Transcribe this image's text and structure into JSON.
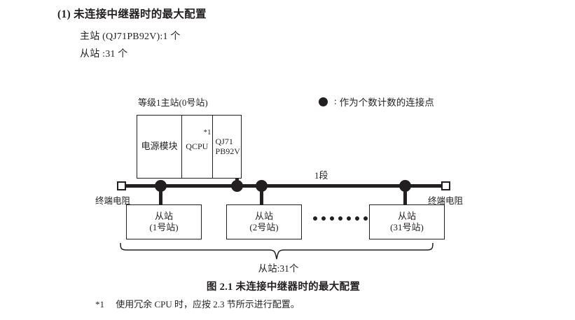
{
  "section": {
    "title": "(1) 未连接中继器时的最大配置",
    "lines": [
      "主站 (QJ71PB92V):1 个",
      "从站 :31 个"
    ]
  },
  "legend": {
    "symbol": "filled-circle",
    "colon": ":",
    "text": "作为个数计数的连接点"
  },
  "diagram": {
    "master": {
      "label": "等级1主站(0号站)",
      "cells": [
        {
          "text": "电源模块"
        },
        {
          "text": "QCPU",
          "superscript": "*1"
        },
        {
          "line1": "QJ71",
          "line2": "PB92V"
        }
      ]
    },
    "segment_label": "1段",
    "terminators": [
      {
        "position": "left",
        "label": "终端电阻"
      },
      {
        "position": "right",
        "label": "终端电阻"
      }
    ],
    "slaves": [
      {
        "line1": "从站",
        "line2": "(1号站)"
      },
      {
        "line1": "从站",
        "line2": "(2号站)"
      },
      {
        "line1": "从站",
        "line2": "(31号站)"
      }
    ],
    "ellipsis_dots": 7,
    "node_dots": 4,
    "brace_label": "从站:31个"
  },
  "caption": "图 2.1  未连接中继器时的最大配置",
  "footnote": {
    "mark": "*1",
    "text": "使用冗余 CPU 时，应按 2.3 节所示进行配置。"
  },
  "colors": {
    "ink": "#231f20",
    "page": "#ffffff"
  }
}
